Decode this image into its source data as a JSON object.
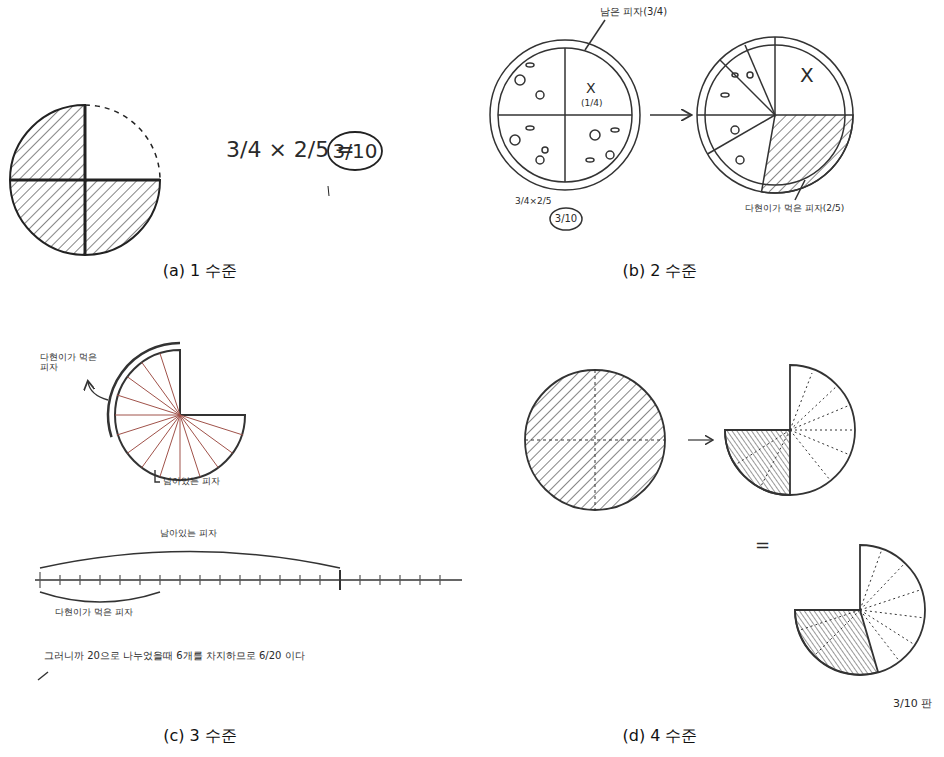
{
  "diagram": {
    "labels": [
      "3/4 × 2/5 =",
      "3/10",
      "(a) 1 수준",
      "남은 피자(3/4)",
      "X",
      "(1/4)",
      "X",
      "3/4×2/5",
      "3/10",
      "다현이가 먹은 피자(2/5)",
      "(b) 2 수준",
      "다현이가 먹은 피자",
      "남아있는 피자",
      "남아있는 피자",
      "다현이가 먹은 피자",
      "그러니까 20으로 나누었을때 6개를 차지하므로 6/20 이다",
      "(c) 3 수준",
      "=",
      "3/10 판",
      "(d) 4 수준"
    ]
  }
}
